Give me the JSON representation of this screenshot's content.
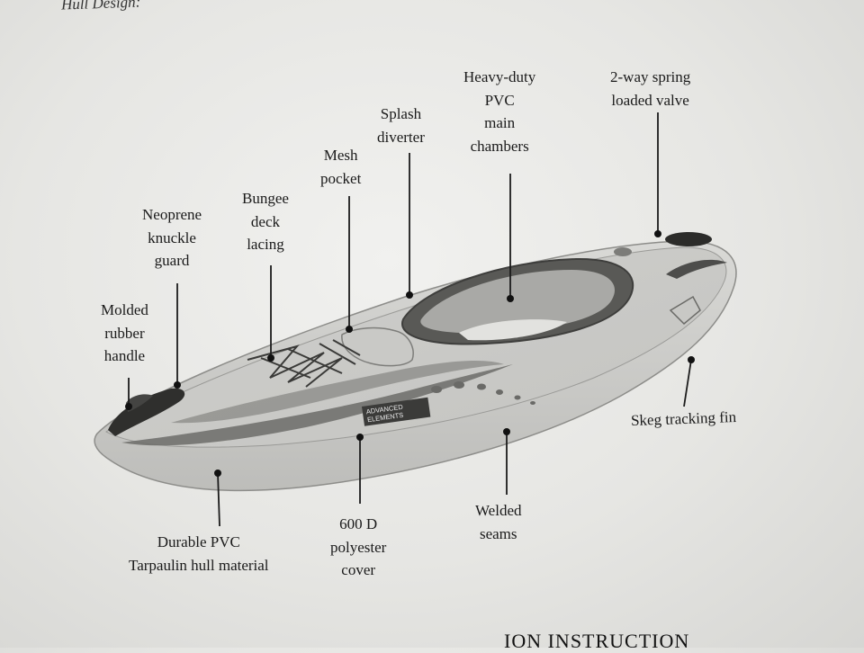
{
  "header_fragment": "Hull Design:",
  "labels": {
    "molded_handle": [
      "Molded",
      "rubber",
      "handle"
    ],
    "neoprene_guard": [
      "Neoprene",
      "knuckle",
      "guard"
    ],
    "bungee_lacing": [
      "Bungee",
      "deck",
      "lacing"
    ],
    "mesh_pocket": [
      "Mesh",
      "pocket"
    ],
    "splash_diverter": [
      "Splash",
      "diverter"
    ],
    "pvc_chambers": [
      "Heavy-duty",
      "PVC",
      "main",
      "chambers"
    ],
    "spring_valve": [
      "2-way spring",
      "loaded valve"
    ],
    "skeg_fin": [
      "Skeg tracking fin"
    ],
    "welded_seams": [
      "Welded",
      "seams"
    ],
    "polyester_cover": [
      "600 D",
      "polyester",
      "cover"
    ],
    "hull_material": [
      "Durable PVC",
      "Tarpaulin hull material"
    ]
  },
  "brand_badge": [
    "ADVANCED",
    "ELEMENTS"
  ],
  "footer_fragment": "ION INSTRUCTION"
}
